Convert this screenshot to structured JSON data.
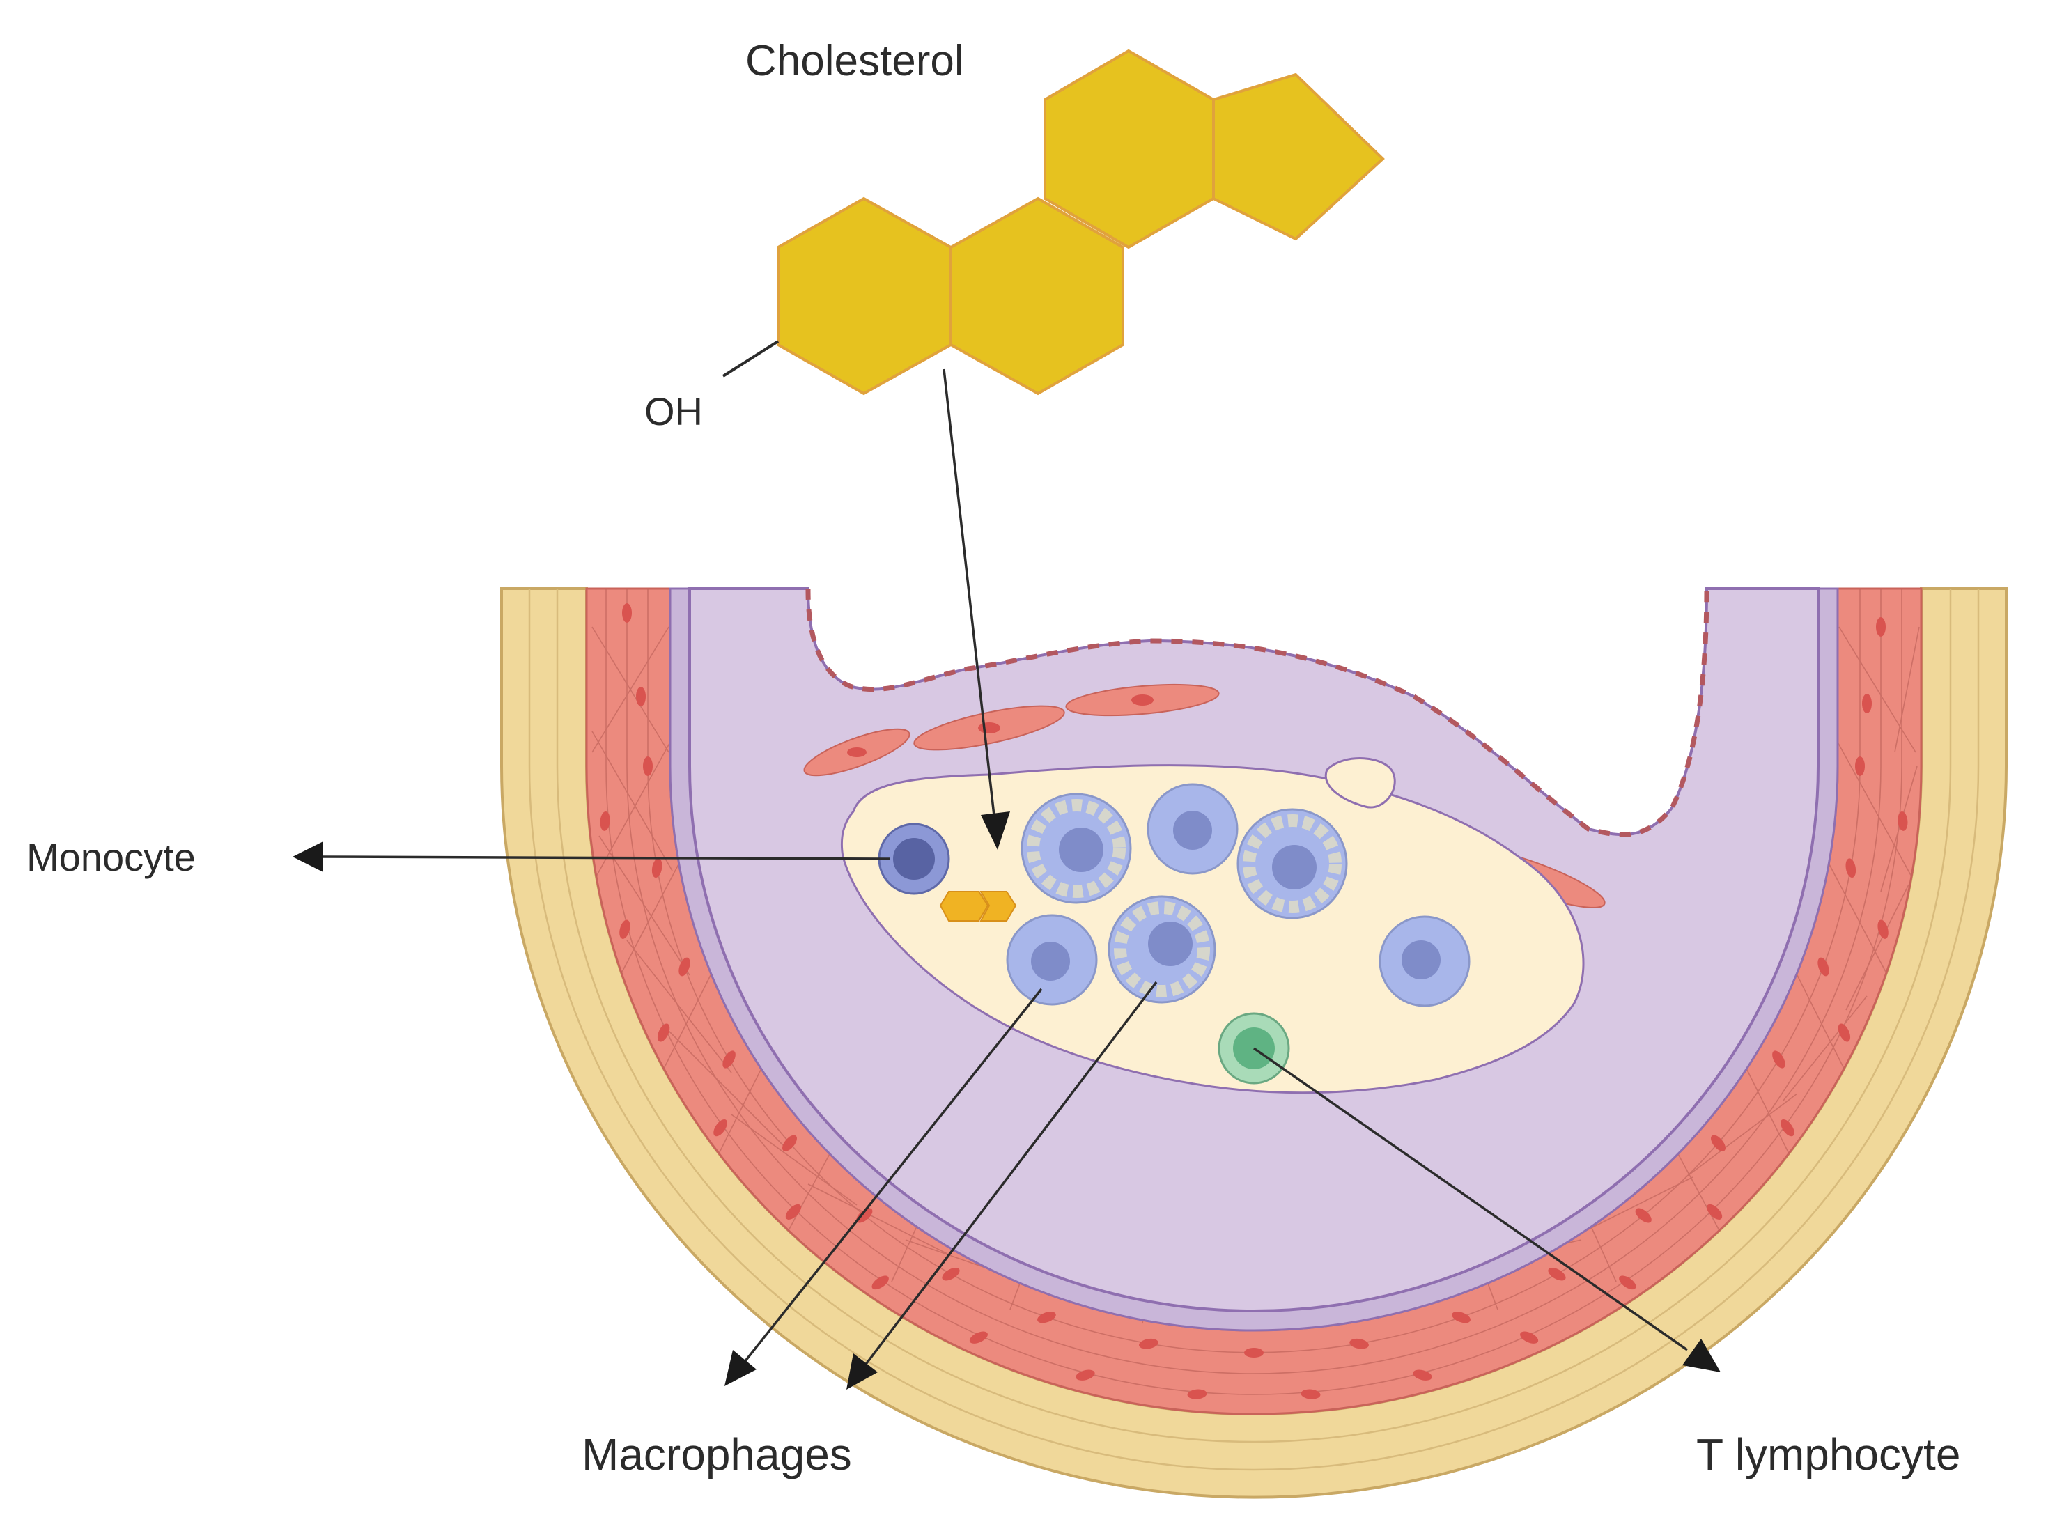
{
  "diagram": {
    "labels": {
      "cholesterol": "Cholesterol",
      "hydroxyl": "OH",
      "monocyte": "Monocyte",
      "macrophages": "Macrophages",
      "t_lymphocyte": "T lymphocyte"
    },
    "colors": {
      "cholesterol_fill": "#e6c21f",
      "cholesterol_stroke": "#e0a23c",
      "adventitia": "#f0d89a",
      "media": "#ec8a7e",
      "smc_nucleus": "#d9534f",
      "elastic_lamina": "#c9b6d9",
      "intima": "#d8c8e3",
      "lipid_core": "#fdf0d2",
      "macrophage": "#a8b6ea",
      "foam_droplets": "#d6d6cc",
      "monocyte": "#7784c4",
      "t_lymphocyte": "#78c79a",
      "arrow": "#2b2b2b"
    }
  }
}
